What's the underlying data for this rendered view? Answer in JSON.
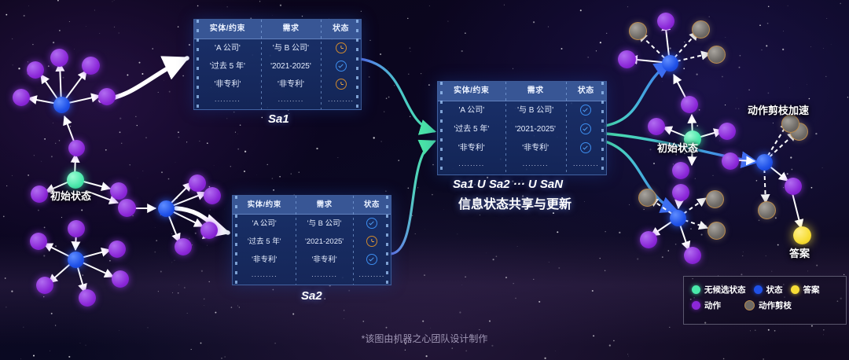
{
  "tables": {
    "columns": [
      "实体/约束",
      "需求",
      "状态"
    ],
    "sa1": {
      "caption": "Sa1",
      "rows": [
        {
          "entity": "'A 公司'",
          "demand": "'与 B 公司'",
          "status": "clock"
        },
        {
          "entity": "'过去 5 年'",
          "demand": "'2021-2025'",
          "status": "check"
        },
        {
          "entity": "'非专利'",
          "demand": "'非专利'",
          "status": "clock"
        },
        {
          "entity": "·········",
          "demand": "·········",
          "status": "dots"
        }
      ]
    },
    "sa2": {
      "caption": "Sa2",
      "rows": [
        {
          "entity": "'A 公司'",
          "demand": "'与 B 公司'",
          "status": "check"
        },
        {
          "entity": "'过去 5 年'",
          "demand": "'2021-2025'",
          "status": "clock"
        },
        {
          "entity": "'非专利'",
          "demand": "'非专利'",
          "status": "check"
        },
        {
          "entity": "·········",
          "demand": "·········",
          "status": "dots"
        }
      ]
    },
    "merged": {
      "caption": "Sa1 U  Sa2  ···  U  SaN",
      "subcaption": "信息状态共享与更新",
      "rows": [
        {
          "entity": "'A 公司'",
          "demand": "'与 B 公司'",
          "status": "check"
        },
        {
          "entity": "'过去 5 年'",
          "demand": "'2021-2025'",
          "status": "check"
        },
        {
          "entity": "'非专利'",
          "demand": "'非专利'",
          "status": "check"
        },
        {
          "entity": "·········",
          "demand": "·········",
          "status": "dots"
        }
      ]
    }
  },
  "labels": {
    "left_initial_state": "初始状态",
    "right_initial_state": "初始状态",
    "pruning_accel": "动作剪枝加速",
    "answer": "答案"
  },
  "legend": {
    "items": [
      {
        "label": "无候选状态",
        "color": "#49e8ab",
        "kind": "init"
      },
      {
        "label": "状态",
        "color": "#1f51e8",
        "kind": "state"
      },
      {
        "label": "答案",
        "color": "#f7dd36",
        "kind": "answer"
      },
      {
        "label": "动作",
        "color": "#8b27d8",
        "kind": "action"
      },
      {
        "label": "动作剪枝",
        "color": "#6e6a66",
        "kind": "prune"
      }
    ]
  },
  "watermark": "*该图由机器之心团队设计制作",
  "colors": {
    "action": "#8b27d8",
    "state": "#1f51e8",
    "initial": "#49e8ab",
    "answer": "#f7dd36",
    "prune": "#6e6a66",
    "table_header": "#3a5898",
    "flow_green": "#4ae3a8",
    "flow_blue": "#5a74f0"
  }
}
